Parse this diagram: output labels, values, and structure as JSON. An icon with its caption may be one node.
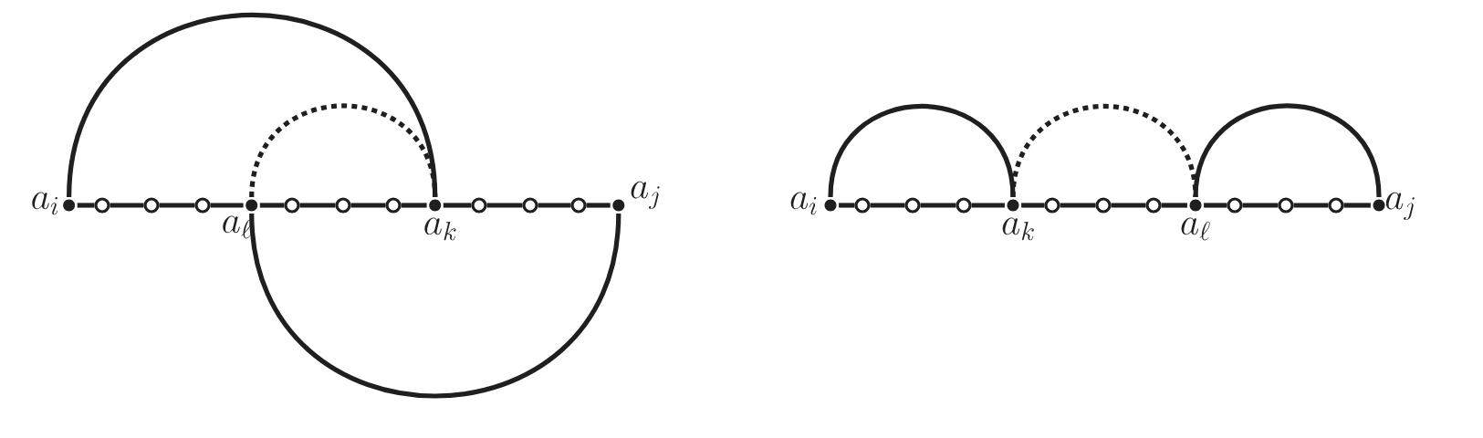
{
  "diagram": {
    "nodes": [
      {
        "text": [
          "a_i"
        ]
      },
      {
        "text": [],
        "shape": "circle"
      },
      {
        "text": [],
        "shape": "circle"
      },
      {
        "text": [],
        "shape": "circle"
      },
      {
        "text": [
          "a_\\ell"
        ]
      },
      {
        "text": [],
        "shape": "circle"
      },
      {
        "text": [],
        "shape": "circle"
      },
      {
        "text": [],
        "shape": "circle"
      },
      {
        "text": [
          "a_k"
        ]
      },
      {
        "text": [],
        "shape": "circle"
      },
      {
        "text": [],
        "shape": "circle"
      },
      {
        "text": [],
        "shape": "circle"
      },
      {
        "text": [
          "a_j"
        ]
      },
      {
        "text": [
          "a_i"
        ]
      },
      {
        "text": [],
        "shape": "circle"
      },
      {
        "text": [],
        "shape": "circle"
      },
      {
        "text": [],
        "shape": "circle"
      },
      {
        "text": [
          "a_k"
        ]
      },
      {
        "text": [],
        "shape": "circle"
      },
      {
        "text": [],
        "shape": "circle"
      },
      {
        "text": [],
        "shape": "circle"
      },
      {
        "text": [
          "a_\\ell"
        ]
      },
      {
        "text": [],
        "shape": "circle"
      },
      {
        "text": [],
        "shape": "circle"
      },
      {
        "text": [],
        "shape": "circle"
      },
      {
        "text": [
          "a_j"
        ]
      }
    ],
    "edges": [
      {
        "from": 0,
        "to": 1,
        "arrow": "none"
      },
      {
        "from": 1,
        "to": 2,
        "arrow": "none"
      },
      {
        "from": 2,
        "to": 3,
        "arrow": "none"
      },
      {
        "from": 3,
        "to": 4,
        "arrow": "none"
      },
      {
        "from": 4,
        "to": 5,
        "arrow": "none"
      },
      {
        "from": 5,
        "to": 6,
        "arrow": "none"
      },
      {
        "from": 6,
        "to": 7,
        "arrow": "none"
      },
      {
        "from": 7,
        "to": 8,
        "arrow": "none"
      },
      {
        "from": 8,
        "to": 9,
        "arrow": "none"
      },
      {
        "from": 9,
        "to": 10,
        "arrow": "none"
      },
      {
        "from": 10,
        "to": 11,
        "arrow": "none"
      },
      {
        "from": 11,
        "to": 12,
        "arrow": "none"
      },
      {
        "from": 0,
        "to": 8,
        "arrow": "none"
      },
      {
        "from": 4,
        "to": 8,
        "arrow": "none",
        "style": "dashed"
      },
      {
        "from": 4,
        "to": 12,
        "arrow": "none"
      },
      {
        "from": 13,
        "to": 14,
        "arrow": "none"
      },
      {
        "from": 14,
        "to": 15,
        "arrow": "none"
      },
      {
        "from": 15,
        "to": 16,
        "arrow": "none"
      },
      {
        "from": 16,
        "to": 17,
        "arrow": "none"
      },
      {
        "from": 17,
        "to": 18,
        "arrow": "none"
      },
      {
        "from": 18,
        "to": 19,
        "arrow": "none"
      },
      {
        "from": 19,
        "to": 20,
        "arrow": "none"
      },
      {
        "from": 20,
        "to": 21,
        "arrow": "none"
      },
      {
        "from": 21,
        "to": 22,
        "arrow": "none"
      },
      {
        "from": 22,
        "to": 23,
        "arrow": "none"
      },
      {
        "from": 23,
        "to": 24,
        "arrow": "none"
      },
      {
        "from": 24,
        "to": 25,
        "arrow": "none"
      },
      {
        "from": 13,
        "to": 17,
        "arrow": "none"
      },
      {
        "from": 17,
        "to": 21,
        "arrow": "none",
        "style": "dashed"
      },
      {
        "from": 21,
        "to": 25,
        "arrow": "none"
      }
    ]
  }
}
